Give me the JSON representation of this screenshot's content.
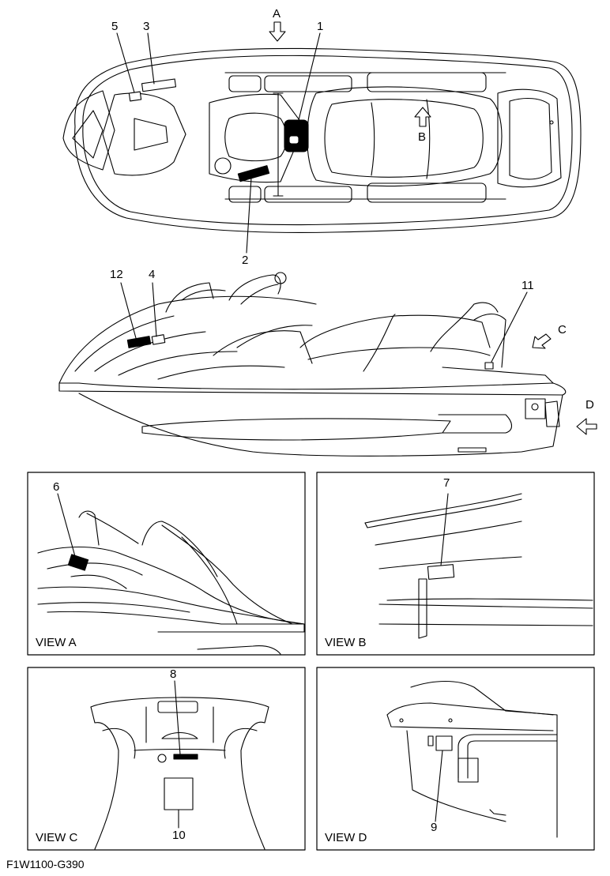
{
  "callouts": {
    "c1": "1",
    "c2": "2",
    "c3": "3",
    "c4": "4",
    "c5": "5",
    "c6": "6",
    "c7": "7",
    "c8": "8",
    "c9": "9",
    "c10": "10",
    "c11": "11",
    "c12": "12"
  },
  "arrows": {
    "a": "A",
    "b": "B",
    "c": "C",
    "d": "D"
  },
  "views": {
    "a": "VIEW A",
    "b": "VIEW B",
    "c": "VIEW C",
    "d": "VIEW D"
  },
  "figure_code": "F1W1100-G390"
}
